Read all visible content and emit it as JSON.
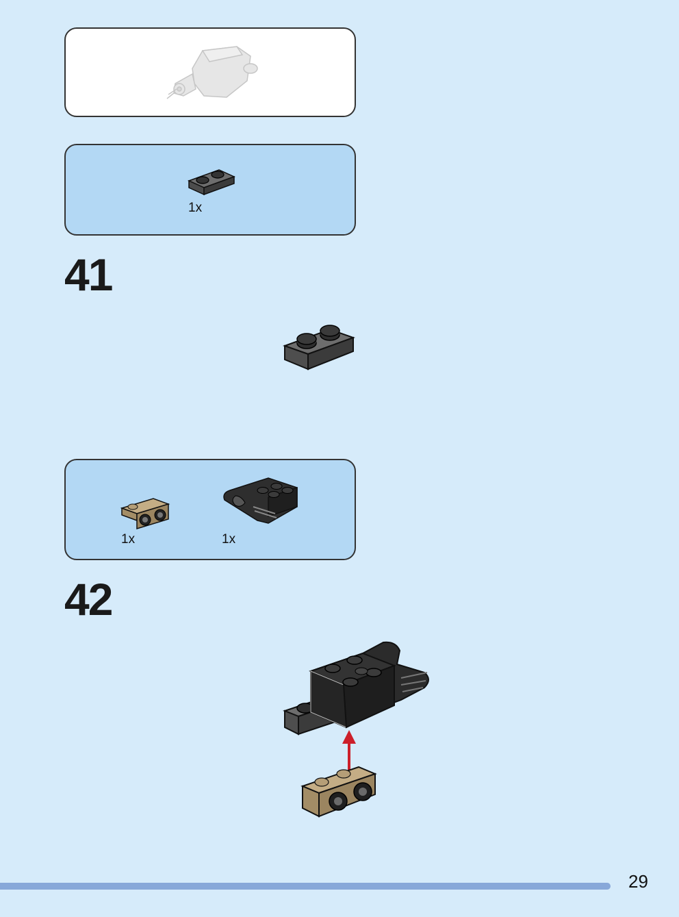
{
  "steps": [
    {
      "number": "41",
      "parts": [
        {
          "qty": "1x",
          "part": "dark-gray-1x2-plate",
          "color": "#5a5a5a"
        }
      ]
    },
    {
      "number": "42",
      "parts": [
        {
          "qty": "1x",
          "part": "tan-bracket-plate",
          "color": "#b09a74"
        },
        {
          "qty": "1x",
          "part": "black-brick-with-clip",
          "color": "#2b2b2b"
        }
      ]
    }
  ],
  "page_number": "29",
  "colors": {
    "background": "#d6ebfa",
    "parts_panel": "#b3d8f4",
    "footer_bar": "#88a8d9",
    "arrow": "#cc1f2a"
  }
}
